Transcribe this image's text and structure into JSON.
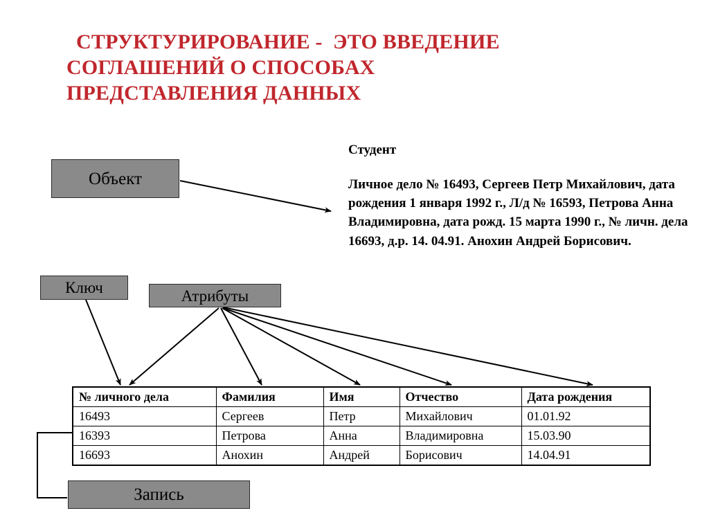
{
  "title": {
    "lines": [
      "СТРУКТУРИРОВАНИЕ -  ЭТО ВВЕДЕНИЕ",
      "СОГЛАШЕНИЙ О СПОСОБАХ",
      "ПРЕДСТАВЛЕНИЯ ДАННЫХ"
    ],
    "color": "#C0272D"
  },
  "prose": {
    "heading": "Студент",
    "body": "Личное дело № 16493, Сергеев Петр Михайлович, дата рождения 1 января 1992 г., Л/д № 16593, Петрова Анна Владимировна, дата рожд. 15 марта 1990 г.,  № личн.  дела 16693, д.р.  14. 04.91. Анохин Андрей Борисович."
  },
  "boxes": {
    "object": "Объект",
    "key": "Ключ",
    "attributes": "Атрибуты",
    "record": "Запись",
    "fill_color": "#8A8A8A",
    "border_color": "#2B2B2B"
  },
  "table": {
    "headers": [
      "№ личного дела",
      "Фамилия",
      "Имя",
      "Отчество",
      "Дата рождения"
    ],
    "rows": [
      [
        "16493",
        "Сергеев",
        "Петр",
        "Михайлович",
        "01.01.92"
      ],
      [
        "16393",
        "Петрова",
        "Анна",
        "Владимировна",
        "15.03.90"
      ],
      [
        "16693",
        "Анохин",
        "Андрей",
        "Борисович",
        "14.04.91"
      ]
    ]
  },
  "arrows": {
    "count": 7,
    "description": "Объект→текст, Ключ→колонка1, Атрибуты→5 заголовков, Запись→строка 16393"
  }
}
